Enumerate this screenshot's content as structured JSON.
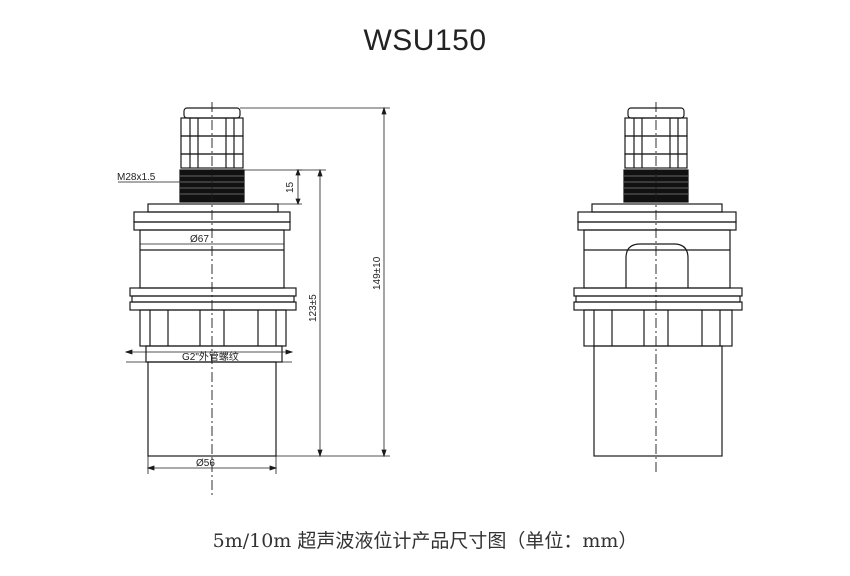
{
  "title": "WSU150",
  "caption": "5m/10m 超声波液位计产品尺寸图（单位：mm）",
  "dimensions": {
    "thread_top": "M28x1.5",
    "collar_height": "15",
    "body_diameter": "Ø67",
    "overall_height": "149±10",
    "mid_height": "123±5",
    "thread_bottom": "G2\"外管螺纹",
    "tube_diameter": "Ø56"
  },
  "colors": {
    "line": "#1a1a1a",
    "thread": "#111111"
  }
}
